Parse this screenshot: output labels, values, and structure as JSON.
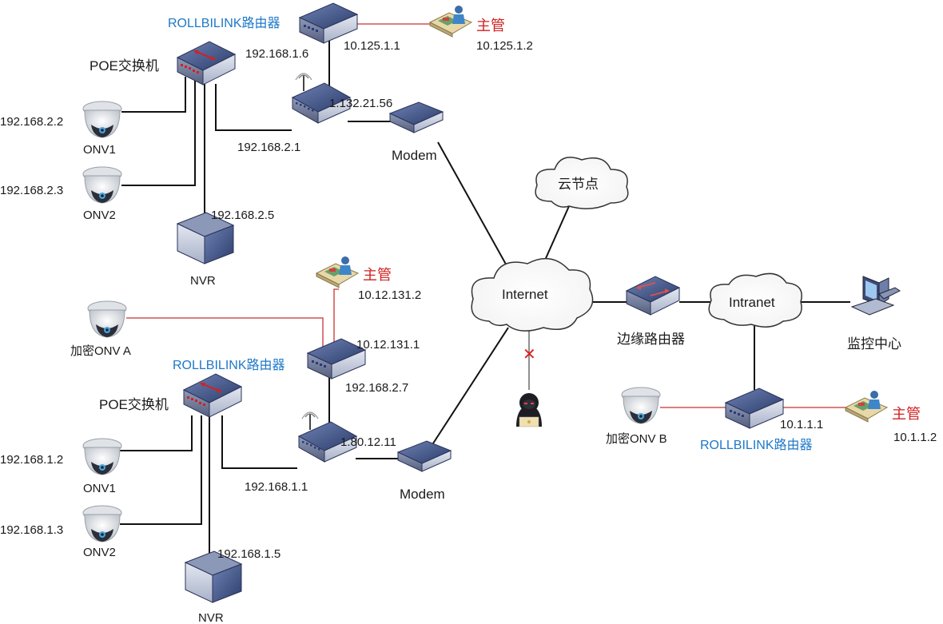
{
  "colors": {
    "label_blue": "#1e78c8",
    "label_red": "#d21e1e",
    "device_blue": "#4a5d8f",
    "device_face": "#c8cfdf"
  },
  "top_site": {
    "router_label": "ROLLBILINK路由器",
    "router_lan_ip": "192.168.1.6",
    "router_wan_ip": "10.125.1.1",
    "supervisor_label": "主管",
    "supervisor_ip": "10.125.1.2",
    "poe_label": "POE交换机",
    "cam1_ip": "192.168.2.2",
    "cam1_label": "ONV1",
    "cam2_ip": "192.168.2.3",
    "cam2_label": "ONV2",
    "nvr_ip": "192.168.2.5",
    "nvr_label": "NVR",
    "wifi_router_lan_ip": "192.168.2.1",
    "wifi_router_wan_ip": "1.132.21.56",
    "modem_label": "Modem"
  },
  "bottom_site": {
    "router_label": "ROLLBILINK路由器",
    "router_wan_ip": "10.12.131.1",
    "router_lan_ip": "192.168.2.7",
    "supervisor_label": "主管",
    "supervisor_ip": "10.12.131.2",
    "enc_cam_label": "加密ONV A",
    "poe_label": "POE交换机",
    "cam1_ip": "192.168.1.2",
    "cam1_label": "ONV1",
    "cam2_ip": "192.168.1.3",
    "cam2_label": "ONV2",
    "nvr_ip": "192.168.1.5",
    "nvr_label": "NVR",
    "wifi_router_lan_ip": "192.168.1.1",
    "wifi_router_wan_ip": "1.80.12.11",
    "modem_label": "Modem"
  },
  "center": {
    "cloud_node_label": "云节点",
    "internet_label": "Internet",
    "block_mark": "✕"
  },
  "right_site": {
    "edge_router_label": "边缘路由器",
    "intranet_label": "Intranet",
    "monitor_label": "监控中心",
    "enc_cam_label": "加密ONV B",
    "router_label": "ROLLBILINK路由器",
    "router_ip": "10.1.1.1",
    "supervisor_label": "主管",
    "supervisor_ip": "10.1.1.2"
  }
}
